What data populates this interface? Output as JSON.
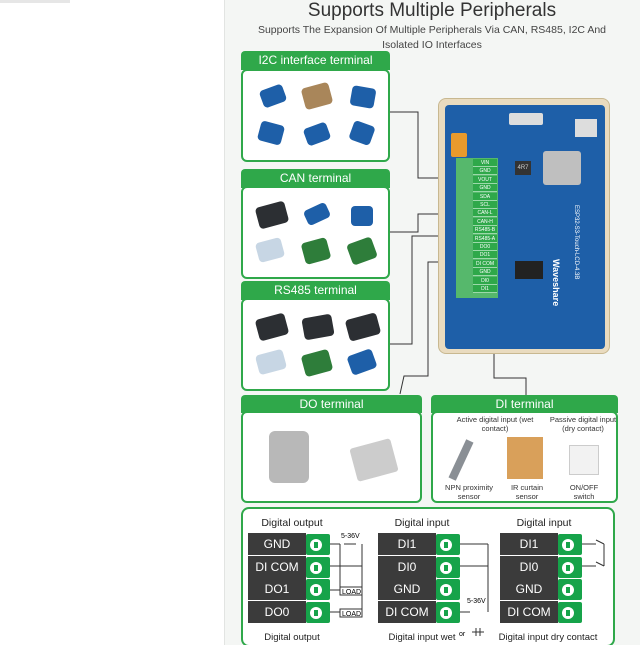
{
  "header": {
    "title": "Supports Multiple Peripherals",
    "subtitle": "Supports The Expansion Of Multiple Peripherals Via CAN, RS485, I2C And Isolated IO Interfaces"
  },
  "groups": {
    "i2c": "I2C interface terminal",
    "can": "CAN terminal",
    "rs485": "RS485 terminal",
    "do": "DO terminal",
    "di": "DI terminal"
  },
  "board": {
    "pins": [
      "VIN",
      "GND",
      "VOUT",
      "GND",
      "SDA",
      "SCL",
      "CAN-L",
      "CAN-H",
      "RS485-B",
      "RS485-A",
      "DO0",
      "DO1",
      "DI COM",
      "GND",
      "DI0",
      "DI1"
    ],
    "side_label": "ESP32-S3-Touch-LCD-4.3B",
    "brand": "Waveshare",
    "chip_label": "4R7"
  },
  "di_panel": {
    "active_label": "Active digital input (wet contact)",
    "passive_label": "Passive digital input (dry contact)",
    "npn_label": "NPN proximity sensor",
    "ir_label": "IR curtain sensor",
    "switch_label": "ON/OFF switch"
  },
  "wiring": {
    "panels": [
      {
        "title": "Digital output",
        "rows": [
          "GND",
          "DI COM",
          "DO1",
          "DO0"
        ],
        "caption": "Digital output"
      },
      {
        "title": "Digital input",
        "rows": [
          "DI1",
          "DI0",
          "GND",
          "DI COM"
        ],
        "caption": "Digital input wet"
      },
      {
        "title": "Digital input",
        "rows": [
          "DI1",
          "DI0",
          "GND",
          "DI COM"
        ],
        "caption": "Digital input dry contact"
      }
    ],
    "voltage": "5-36V",
    "load": "LOAD",
    "or_text": "or"
  },
  "colors": {
    "accent": "#2fa84a",
    "terminal": "#16a34a",
    "board": "#1e5fa8"
  }
}
